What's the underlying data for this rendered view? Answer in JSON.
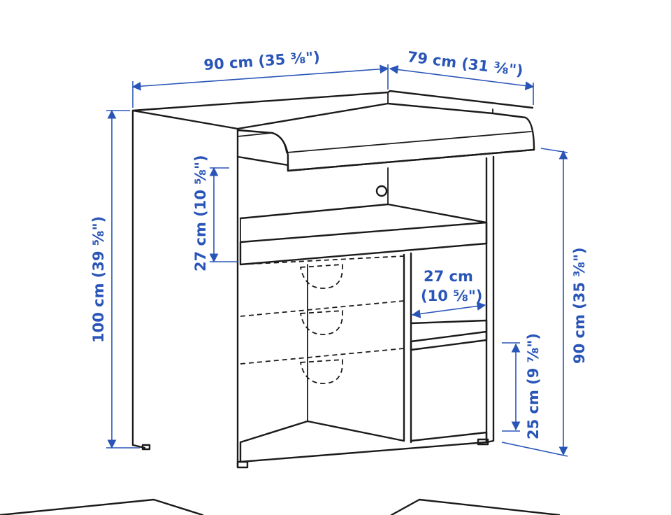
{
  "dimensions": {
    "width": "90 cm (35 ⅜\")",
    "depth": "79 cm (31 ⅜\")",
    "total_height": "100 cm (39 ⅝\")",
    "shelf_gap": "27 cm (10 ⅝\")",
    "compartment_width_cm": "27 cm",
    "compartment_width_in": "(10 ⅝\")",
    "table_height": "90 cm (35 ⅜\")",
    "bottom_compartment": "25 cm (9 ⅞\")"
  },
  "colors": {
    "dimension": "#2a55b8",
    "line": "#1a1a1a",
    "background": "#ffffff"
  }
}
